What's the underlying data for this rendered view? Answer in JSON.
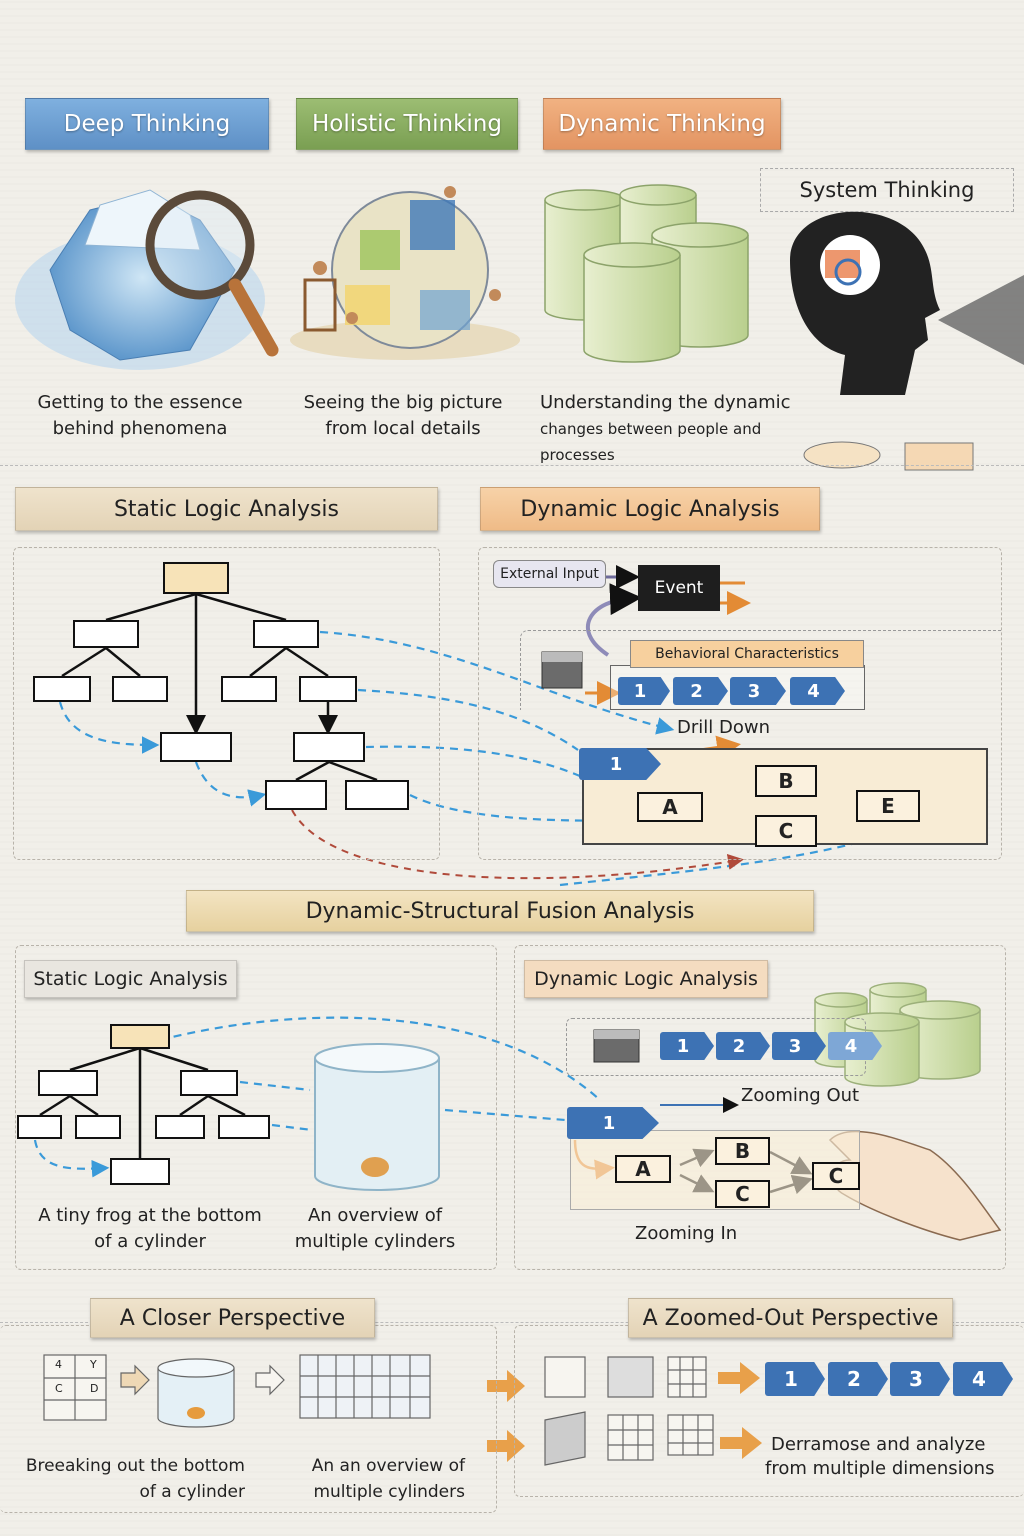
{
  "top": {
    "deep": {
      "title": "Deep Thinking",
      "caption1": "Getting to the essence",
      "caption2": "behind phenomena",
      "color": "#6d9fd3"
    },
    "holistic": {
      "title": "Holistic Thinking",
      "caption1": "Seeing the big picture",
      "caption2": "from local details",
      "color": "#8aac62"
    },
    "dynamic": {
      "title": "Dynamic Thinking",
      "caption1": "Understanding the dynamic",
      "caption2": "changes between people and processes",
      "color": "#e9a16e"
    },
    "system": {
      "title": "System Thinking"
    }
  },
  "static_logic": {
    "title": "Static Logic Analysis"
  },
  "dynamic_logic": {
    "title": "Dynamic Logic Analysis",
    "external_input": "External Input",
    "event": "Event",
    "behavioral": "Behavioral Characteristics",
    "steps": [
      "1",
      "2",
      "3",
      "4"
    ],
    "drill_down": "Drill Down",
    "flow_step": "1",
    "nodes": [
      "A",
      "B",
      "C",
      "E"
    ]
  },
  "fusion": {
    "title": "Dynamic-Structural Fusion Analysis",
    "left": {
      "title": "Static Logic Analysis",
      "caption_a1": "A tiny frog at the bottom",
      "caption_a2": "of a cylinder",
      "caption_b1": "An overview of",
      "caption_b2": "multiple cylinders"
    },
    "right": {
      "title": "Dynamic Logic Analysis",
      "steps": [
        "1",
        "2",
        "3",
        "4"
      ],
      "zoom_out": "Zooming Out",
      "flow_step": "1",
      "nodes": [
        "A",
        "B",
        "C",
        "C"
      ],
      "zoom_in": "Zooming In"
    }
  },
  "closer": {
    "title": "A Closer Perspective",
    "grid_labels": [
      "4",
      "Y",
      "C",
      "D"
    ],
    "caption_a1": "Breeaking out the bottom",
    "caption_a2": "of a cylinder",
    "caption_b1": "An an overview  of",
    "caption_b2": "multiple cylinders"
  },
  "zoomed_out": {
    "title": "A Zoomed-Out Perspective",
    "steps": [
      "1",
      "2",
      "3",
      "4"
    ],
    "caption1": "Derramose and analyze",
    "caption2": "from multiple dimensions"
  }
}
